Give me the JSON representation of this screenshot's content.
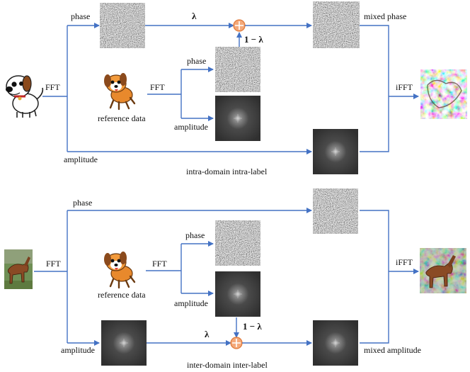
{
  "colors": {
    "arrow": "#4472c4",
    "mixer_fill": "#f4a97a",
    "mixer_stroke": "#e07b3c",
    "spectrum_bg": "#3a3a3a",
    "noise_base": "#7a7a7a"
  },
  "icons": {
    "source_top": "cartoon-dog-icon",
    "reference": "cartoon-puppy-icon",
    "source_bottom": "horse-photo-icon",
    "output_top": "noisy-reconstruction-icon",
    "output_bottom": "horse-reconstruction-icon",
    "mixer": "sum-circle-icon"
  },
  "top": {
    "fft": "FFT",
    "phase": "phase",
    "lambda": "λ",
    "one_minus_lambda": "1 − λ",
    "mixed_phase": "mixed phase",
    "ref_phase": "phase",
    "ref_fft": "FFT",
    "reference_data": "reference data",
    "ref_amplitude": "amplitude",
    "ifft": "iFFT",
    "amplitude": "amplitude",
    "caption": "intra-domain intra-label"
  },
  "bottom": {
    "fft": "FFT",
    "phase": "phase",
    "ref_phase": "phase",
    "ref_fft": "FFT",
    "reference_data": "reference data",
    "ref_amplitude": "amplitude",
    "ifft": "iFFT",
    "one_minus_lambda": "1 − λ",
    "amplitude": "amplitude",
    "lambda": "λ",
    "mixed_amplitude": "mixed amplitude",
    "caption": "inter-domain inter-label"
  }
}
